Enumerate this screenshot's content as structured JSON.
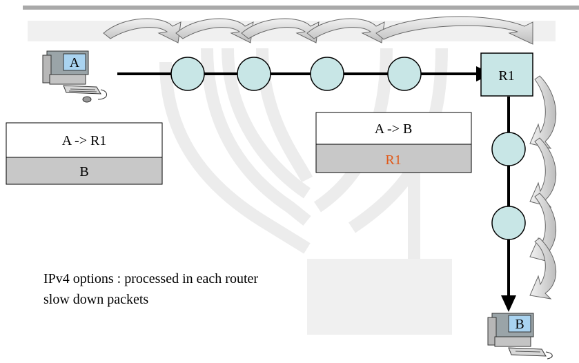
{
  "nodes": {
    "source": {
      "label": "A"
    },
    "router": {
      "label": "R1"
    },
    "destination": {
      "label": "B"
    }
  },
  "header_left": {
    "top": "A -> R1",
    "bottom": "B"
  },
  "header_right": {
    "top": "A -> B",
    "bottom": "R1"
  },
  "caption": {
    "line1": "IPv4 options : processed in each router",
    "line2": "slow down packets"
  },
  "colors": {
    "packet_fill": "#c8e6e6",
    "router_fill": "#c8e6e6",
    "header_shade": "#c8c8c8",
    "highlight_text": "#e05a1a",
    "watermark": "#eeeeee",
    "flow_arrow": "#d4d4d4"
  }
}
